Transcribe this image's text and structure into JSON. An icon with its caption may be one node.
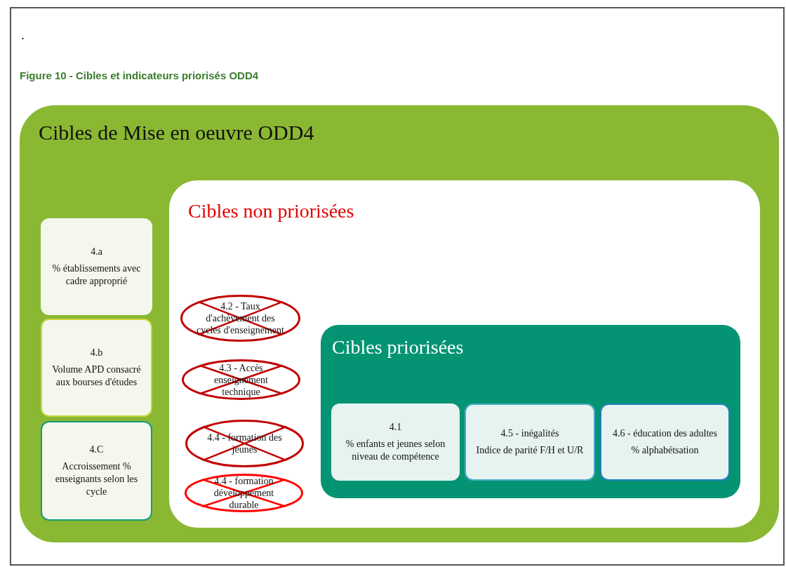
{
  "diagram": {
    "title": "Figure 10 - Cibles et indicateurs priorisés ODD4",
    "nodes": [
      {
        "text": [
          "Cibles de Mise en oeuvre ODD4"
        ]
      },
      {
        "text": [
          "4.a",
          "% établissements avec cadre approprié"
        ],
        "in": 0
      },
      {
        "text": [
          "4.b",
          "Volume APD consacré aux bourses d'études"
        ],
        "in": 0
      },
      {
        "text": [
          "4.C",
          "Accroissement % enseignants selon les cycle"
        ],
        "in": 0
      },
      {
        "text": [
          "Cibles non priorisées"
        ],
        "in": 0
      },
      {
        "text": [
          "4.2 - Taux d'achèvement des cycles d'enseignement"
        ],
        "in": 4
      },
      {
        "text": [
          "4.3 - Accès enseignement technique"
        ],
        "in": 4
      },
      {
        "text": [
          "4.4 - formation des jeunes"
        ],
        "in": 4
      },
      {
        "text": [
          "4.4 - formation développement durable"
        ],
        "in": 4
      },
      {
        "text": [
          "Cibles priorisées"
        ],
        "in": 4
      },
      {
        "text": [
          "4.1",
          "% enfants et jeunes selon niveau de compétence"
        ],
        "in": 9
      },
      {
        "text": [
          "4.5 - inégalités",
          "Indice de parité F/H et U/R"
        ],
        "in": 9
      },
      {
        "text": [
          "4.6 - éducation des adultes",
          "% alphabétsation"
        ],
        "in": 9
      }
    ],
    "labels": [
      "."
    ]
  }
}
